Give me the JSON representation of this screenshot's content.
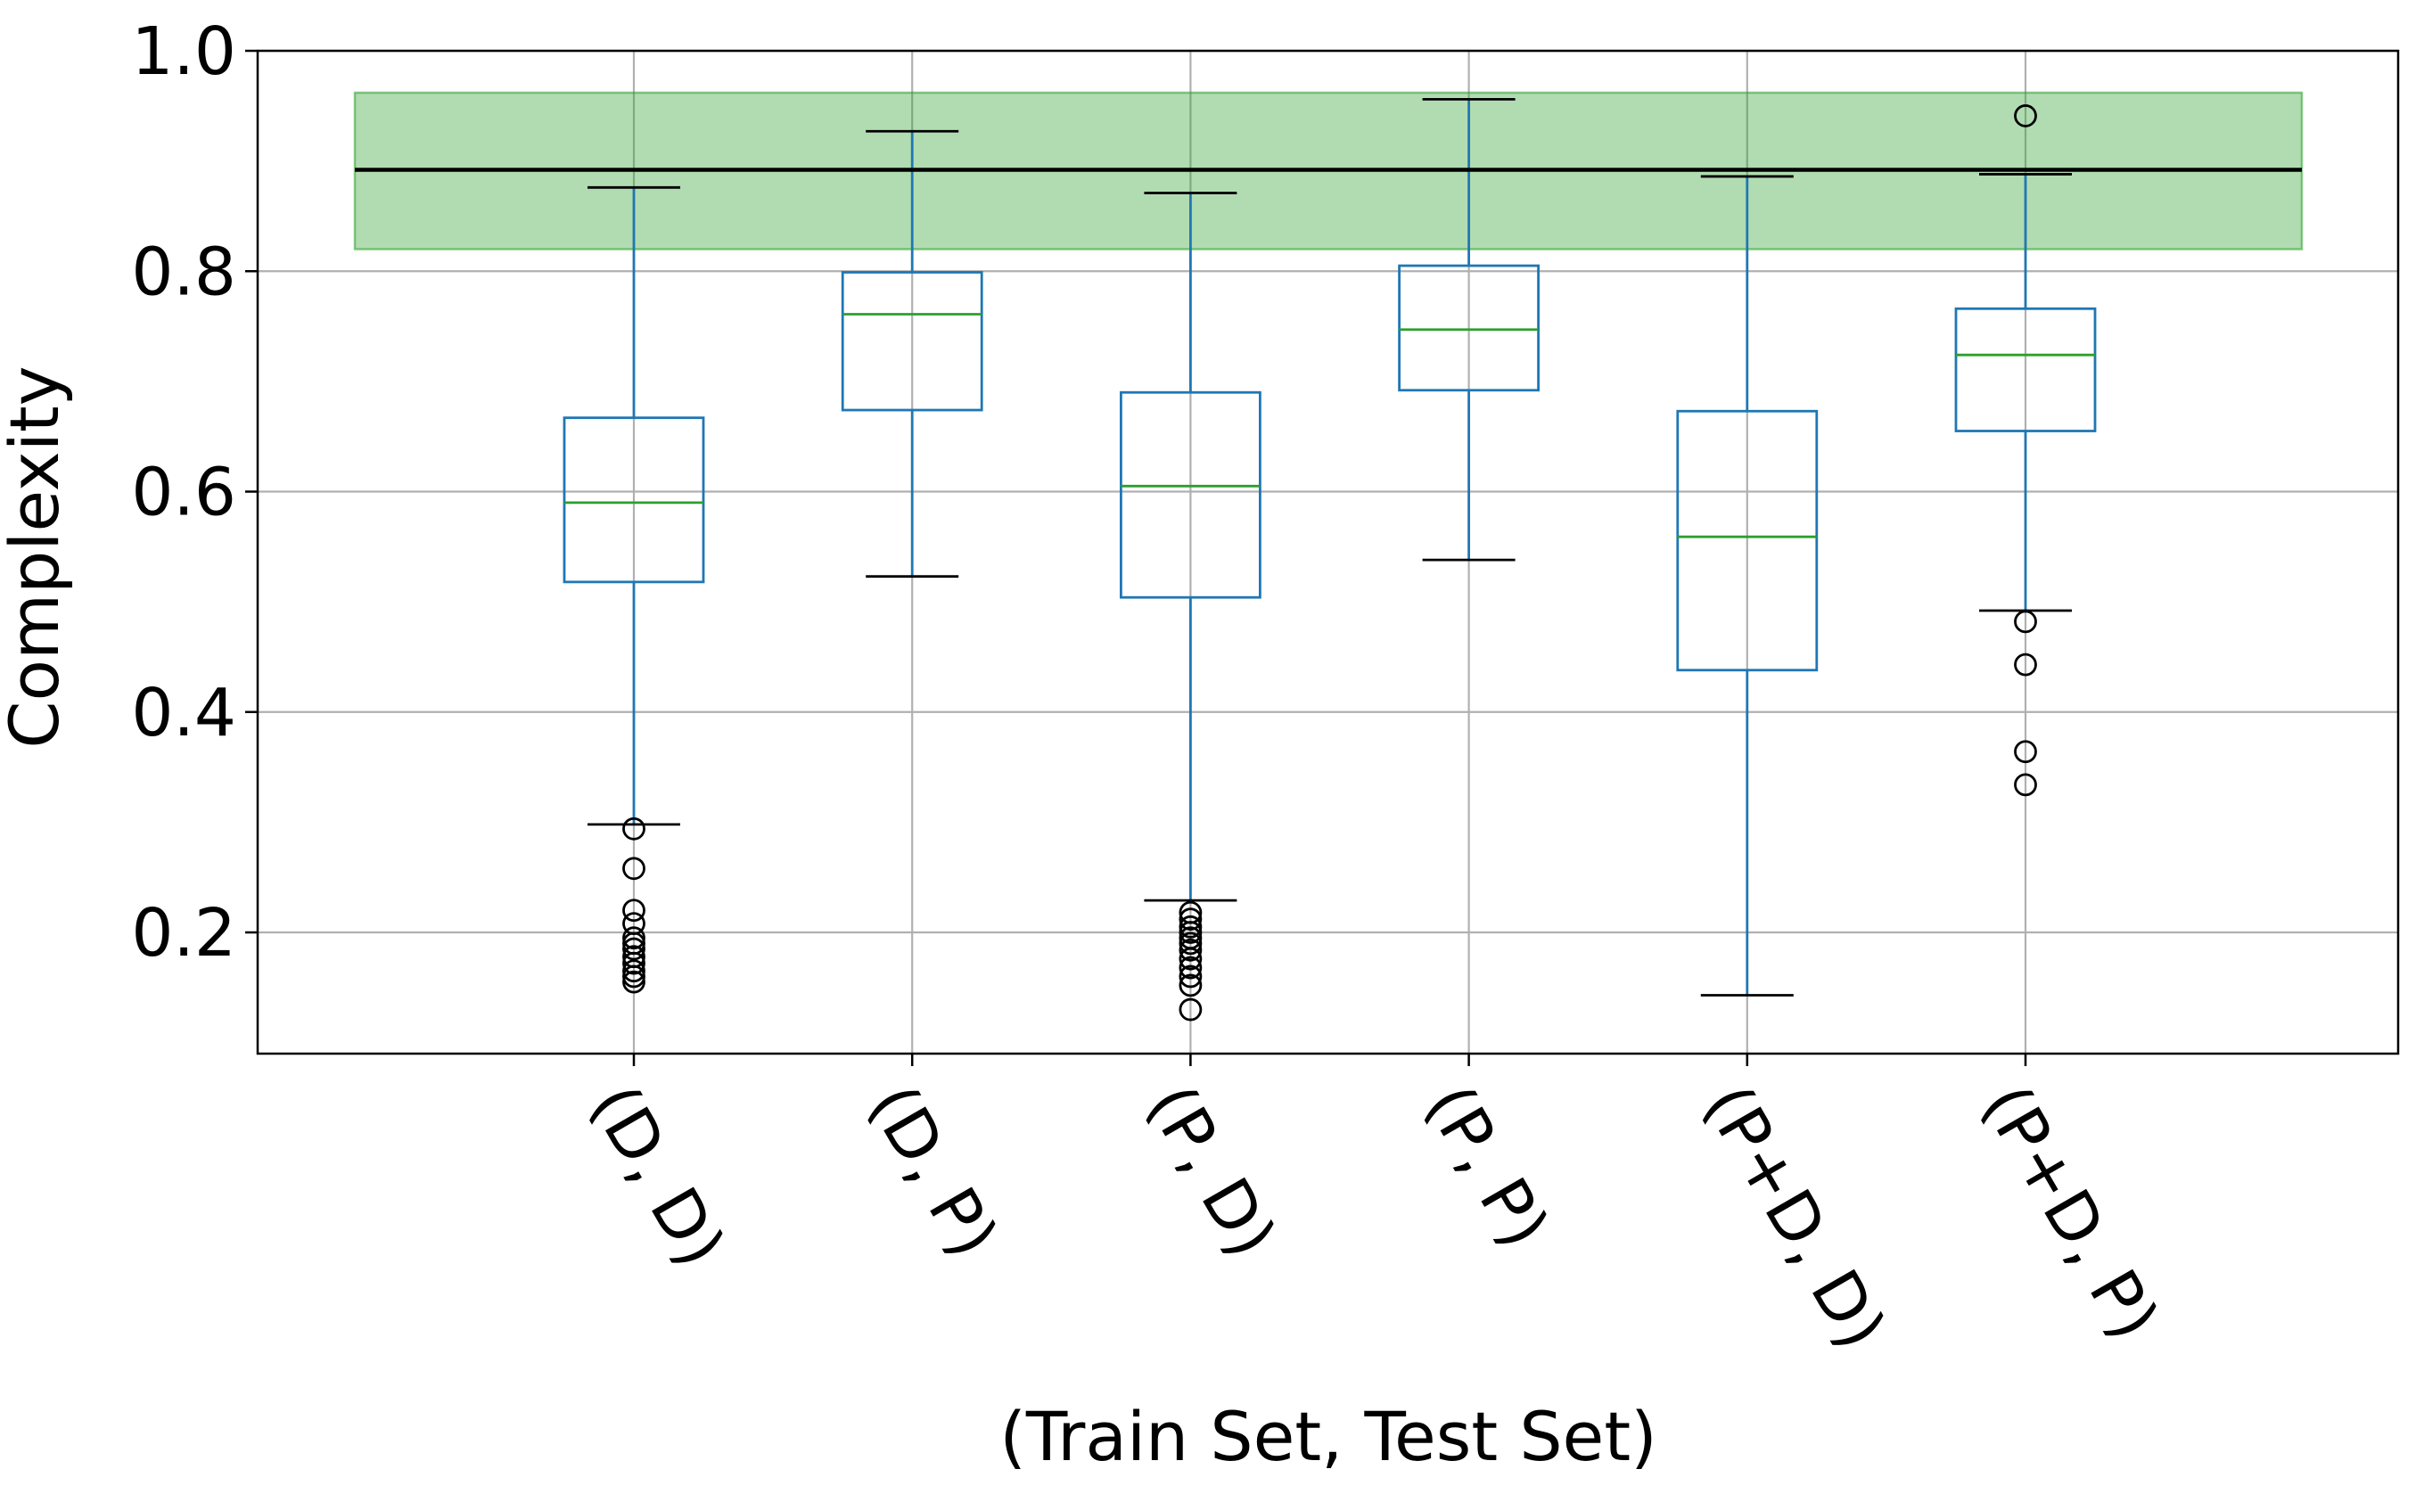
{
  "chart_data": {
    "type": "boxplot",
    "xlabel": "(Train Set, Test Set)",
    "ylabel": "Complexity",
    "ylim": [
      0.09,
      1.0
    ],
    "yticks": [
      0.2,
      0.4,
      0.6,
      0.8,
      1.0
    ],
    "ytick_labels": [
      "0.2",
      "0.4",
      "0.6",
      "0.8",
      "1.0"
    ],
    "grid": true,
    "categories": [
      "(D, D)",
      "(D, P)",
      "(P, D)",
      "(P, P)",
      "(P+D, D)",
      "(P+D, P)"
    ],
    "boxes": [
      {
        "category": "(D, D)",
        "whisker_low": 0.298,
        "q1": 0.518,
        "median": 0.59,
        "q3": 0.667,
        "whisker_high": 0.876,
        "outliers": [
          0.294,
          0.258,
          0.22,
          0.208,
          0.195,
          0.19,
          0.185,
          0.178,
          0.172,
          0.165,
          0.16,
          0.155
        ]
      },
      {
        "category": "(D, P)",
        "whisker_low": 0.523,
        "q1": 0.674,
        "median": 0.761,
        "q3": 0.799,
        "whisker_high": 0.927,
        "outliers": []
      },
      {
        "category": "(P, D)",
        "whisker_low": 0.229,
        "q1": 0.504,
        "median": 0.605,
        "q3": 0.69,
        "whisker_high": 0.871,
        "outliers": [
          0.218,
          0.212,
          0.205,
          0.2,
          0.195,
          0.19,
          0.184,
          0.176,
          0.168,
          0.16,
          0.152,
          0.13
        ]
      },
      {
        "category": "(P, P)",
        "whisker_low": 0.538,
        "q1": 0.692,
        "median": 0.747,
        "q3": 0.805,
        "whisker_high": 0.956,
        "outliers": []
      },
      {
        "category": "(P+D, D)",
        "whisker_low": 0.143,
        "q1": 0.438,
        "median": 0.559,
        "q3": 0.673,
        "whisker_high": 0.886,
        "outliers": []
      },
      {
        "category": "(P+D, P)",
        "whisker_low": 0.492,
        "q1": 0.655,
        "median": 0.724,
        "q3": 0.766,
        "whisker_high": 0.888,
        "outliers": [
          0.941,
          0.482,
          0.443,
          0.364,
          0.334
        ]
      }
    ],
    "reference_line": {
      "value": 0.892,
      "color": "#000000"
    },
    "reference_band": {
      "low": 0.82,
      "high": 0.962,
      "color": "#2ca02c",
      "opacity": 0.37
    },
    "colors": {
      "box": "#1f77b4",
      "median": "#2ca02c",
      "cap": "#000000",
      "grid": "#b0b0b0",
      "outlier": "#000000"
    }
  }
}
